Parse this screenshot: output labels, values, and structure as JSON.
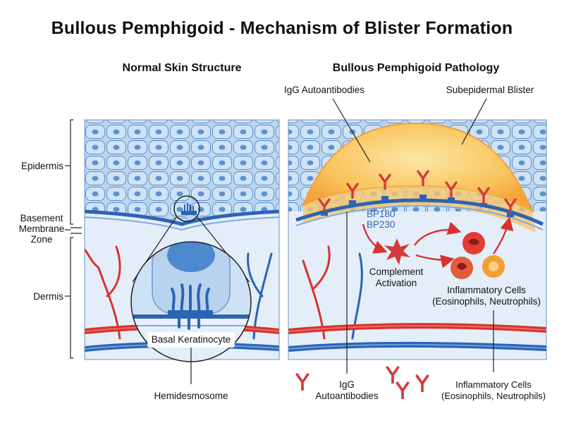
{
  "title": "Bullous Pemphigoid - Mechanism of Blister Formation",
  "panels": {
    "normal": {
      "title": "Normal Skin Structure"
    },
    "pathology": {
      "title": "Bullous Pemphigoid Pathology"
    }
  },
  "layers": {
    "epidermis": "Epidermis",
    "basement": "Basement\nMembrane\nZone",
    "dermis": "Dermis"
  },
  "normal_labels": {
    "inset": "Basal Keratinocyte",
    "hemidesmosome": "Hemidesmosome"
  },
  "pathology_labels": {
    "igg_top": "IgG Autoantibodies",
    "blister": "Subepidermal Blister",
    "antigens": "BP180\nBP230",
    "complement": "Complement\nActivation",
    "inflammatory": "Inflammatory Cells\n(Eosinophils, Neutrophils)"
  },
  "legend": {
    "igg": "IgG\nAutoantibodies",
    "inflammatory": "Inflammatory Cells\n(Eosinophils, Neutrophils)"
  },
  "colors": {
    "epidermis_fill": "#bcd6ef",
    "cell_fill": "#c9def3",
    "nucleus": "#3f7fc6",
    "membrane": "#2e63b3",
    "blister": "#f8c35a",
    "blister_edge": "#f2a23a",
    "artery": "#d8322e",
    "vein": "#2a64b5",
    "antibody": "#d63a3a",
    "dermis_bg": "#e4eef9"
  },
  "icons": [
    "hemidesmosome-icon",
    "antibody-icon",
    "complement-star-icon",
    "eosinophil-icon",
    "neutrophil-icon"
  ]
}
